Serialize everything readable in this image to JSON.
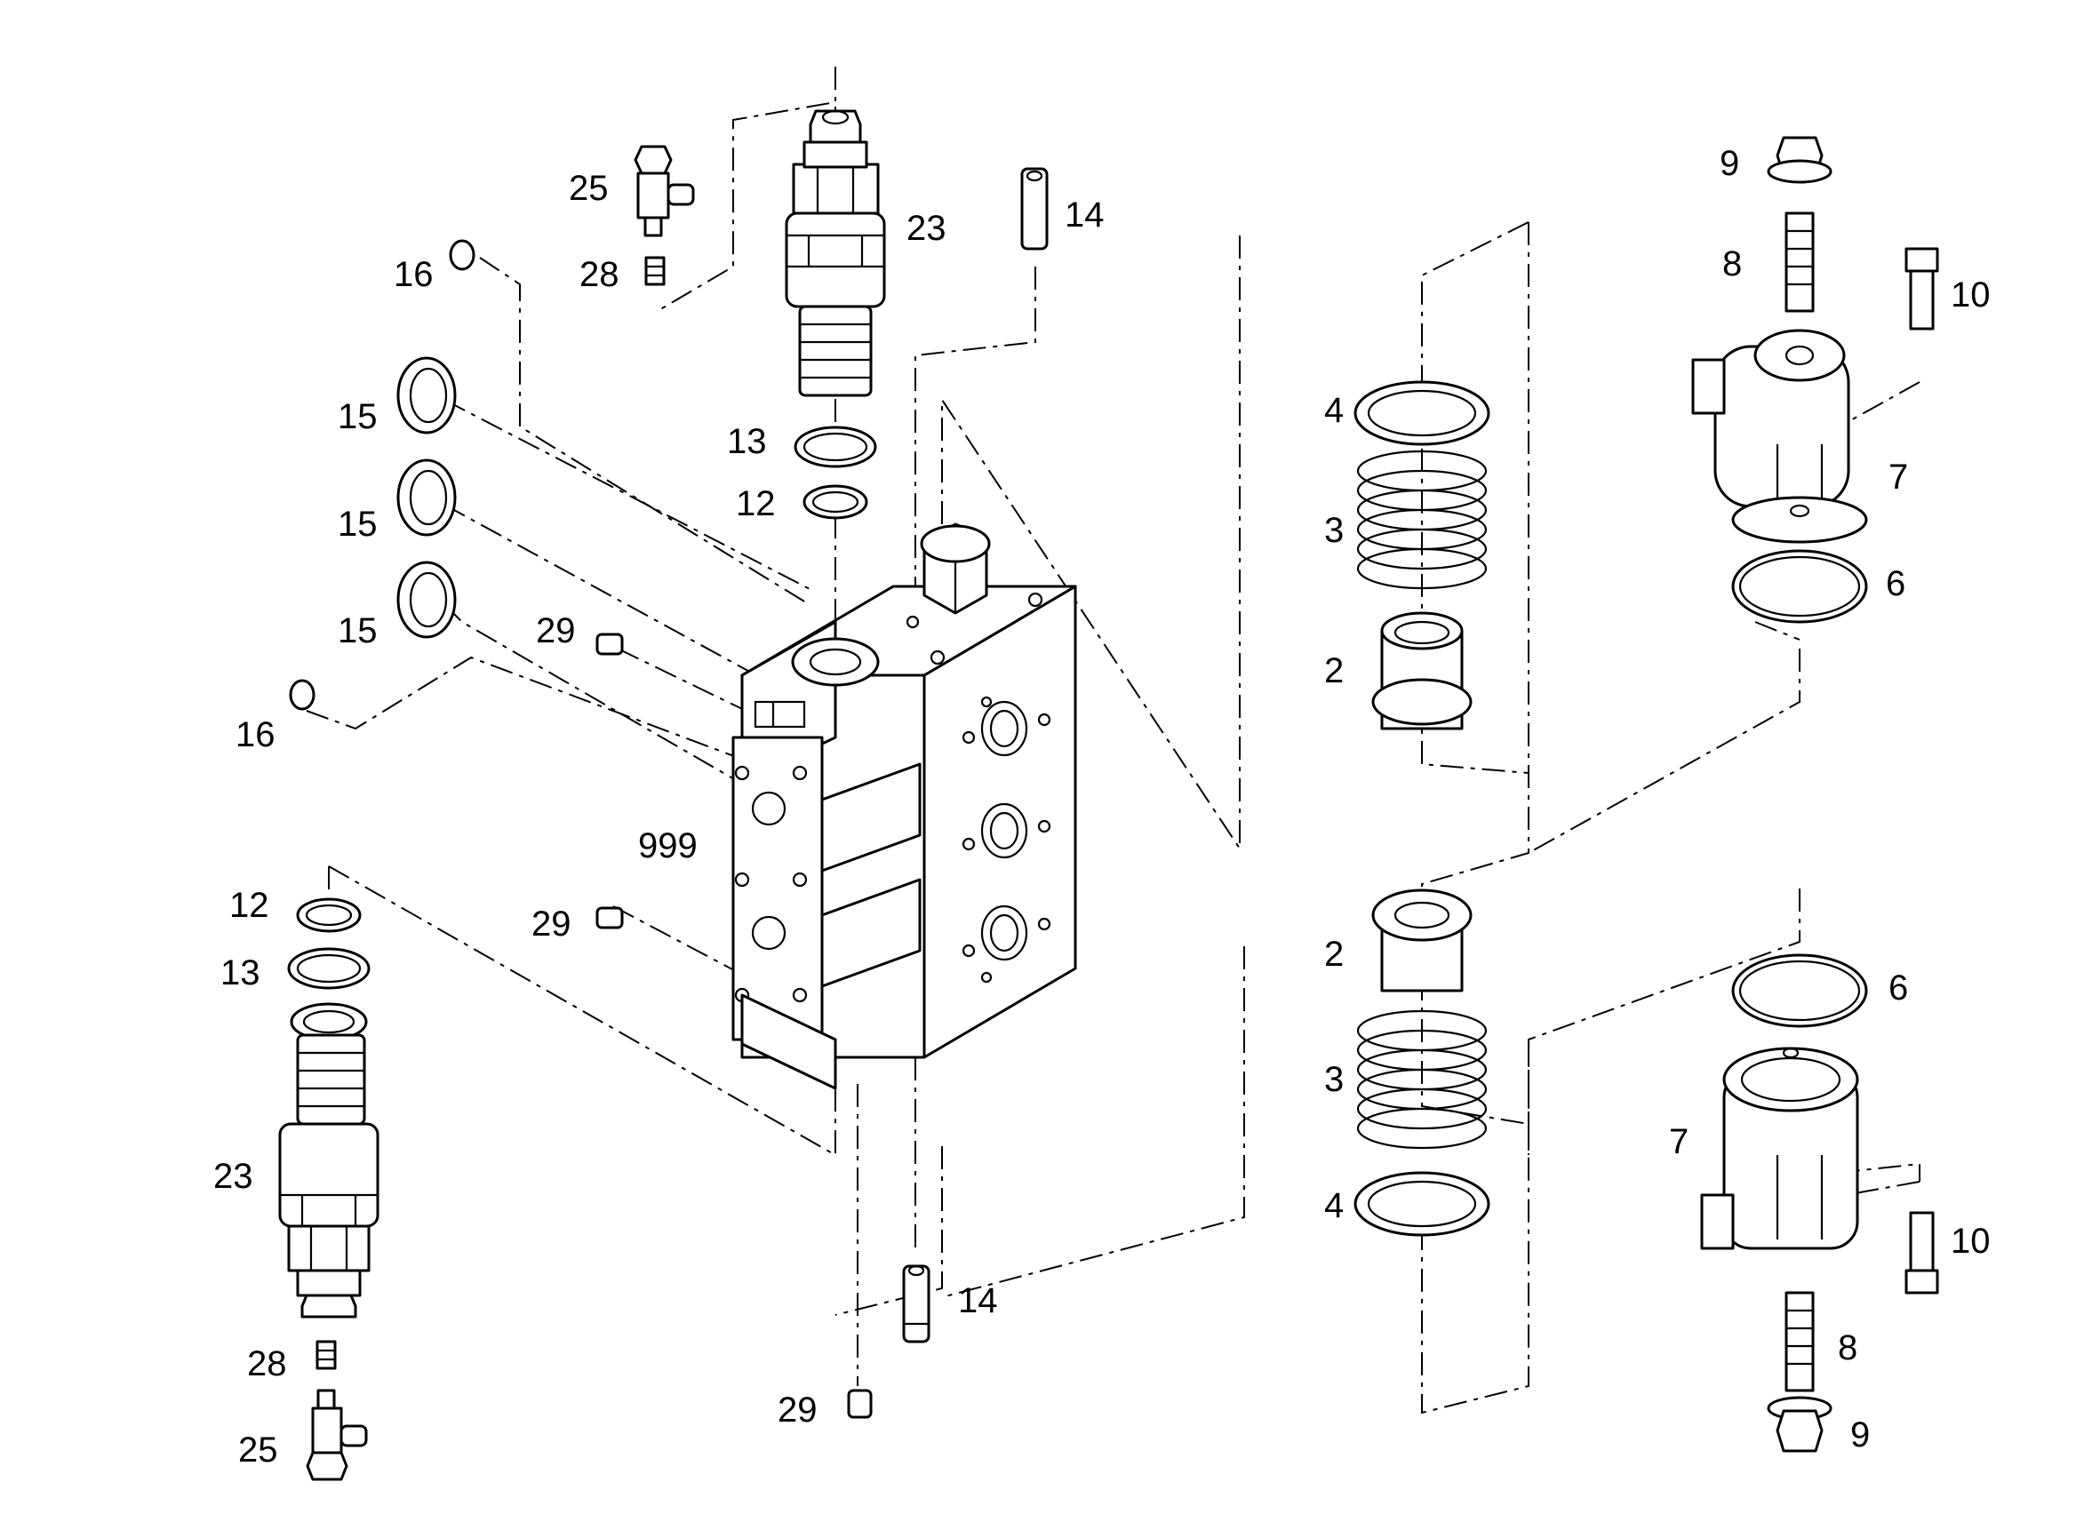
{
  "labels": {
    "l9_top": "9",
    "l8_top": "8",
    "l10_top": "10",
    "l7_top": "7",
    "l6_top": "6",
    "l25_top": "25",
    "l28_top": "28",
    "l23_top": "23",
    "l14_top": "14",
    "l16_top": "16",
    "l15_a": "15",
    "l15_b": "15",
    "l15_c": "15",
    "l13_top": "13",
    "l12_top": "12",
    "l29_a": "29",
    "l16_bot": "16",
    "l999": "999",
    "l12_bot": "12",
    "l13_bot": "13",
    "l29_b": "29",
    "l23_bot": "23",
    "l28_bot": "28",
    "l25_bot": "25",
    "l14_bot": "14",
    "l29_c": "29",
    "l4_top": "4",
    "l3_top": "3",
    "l2_top": "2",
    "l2_bot": "2",
    "l3_bot": "3",
    "l4_bot": "4",
    "l6_bot": "6",
    "l7_bot": "7",
    "l10_bot": "10",
    "l8_bot": "8",
    "l9_bot": "9"
  }
}
